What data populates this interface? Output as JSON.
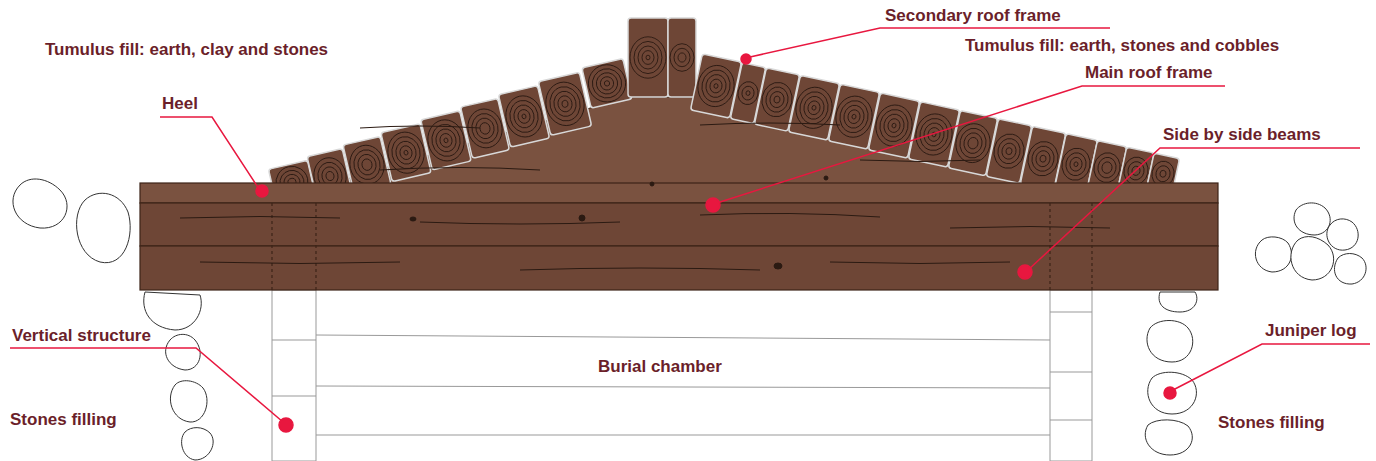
{
  "diagram": {
    "labels": [
      "Tumulus fill: earth, clay and stones",
      "Secondary roof frame",
      "Tumulus fill: earth, stones and cobbles",
      "Main roof frame",
      "Heel",
      "Side by side beams",
      "Vertical structure",
      "Burial chamber",
      "Juniper log",
      "Stones filling",
      "Stones filling"
    ]
  }
}
